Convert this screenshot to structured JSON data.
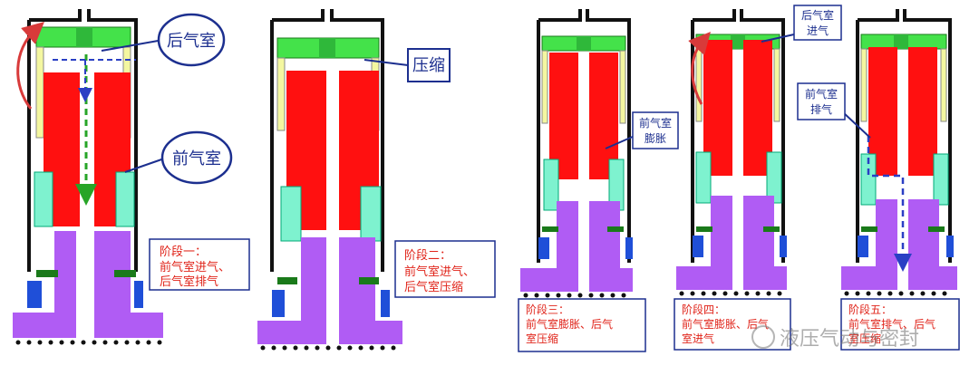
{
  "panels": [
    {
      "id": "stage-1",
      "callouts": [
        {
          "id": "rear-chamber",
          "lines": [
            "后气室"
          ]
        },
        {
          "id": "front-chamber",
          "lines": [
            "前气室"
          ]
        }
      ],
      "stage_box": {
        "title": "阶段一：",
        "lines": [
          "前气室进气、",
          "后气室排气"
        ]
      }
    },
    {
      "id": "stage-2",
      "callouts": [
        {
          "id": "compress",
          "lines": [
            "压缩"
          ]
        }
      ],
      "stage_box": {
        "title": "阶段二：",
        "lines": [
          "前气室进气、",
          "后气室压缩"
        ]
      }
    },
    {
      "id": "stage-3",
      "callouts": [
        {
          "id": "front-expand",
          "lines": [
            "前气室",
            "膨胀"
          ]
        }
      ],
      "stage_box": {
        "title": "阶段三：",
        "lines": [
          "前气室膨胀、后气",
          "室压缩"
        ]
      }
    },
    {
      "id": "stage-4",
      "callouts": [
        {
          "id": "rear-intake",
          "lines": [
            "后气室",
            "进气"
          ]
        }
      ],
      "stage_box": {
        "title": "阶段四：",
        "lines": [
          "前气室膨胀、后气",
          "室进气"
        ]
      }
    },
    {
      "id": "stage-5",
      "callouts": [
        {
          "id": "front-exhaust",
          "lines": [
            "前气室",
            "排气"
          ]
        }
      ],
      "stage_box": {
        "title": "阶段五：",
        "lines": [
          "前气室排气、后气",
          "室压缩"
        ]
      }
    }
  ],
  "watermark": "液压气动与密封",
  "colors": {
    "piston": "#ff1010",
    "cylinder_wall": "#111111",
    "rear_chamber_green": "#44e24a",
    "sleeve_yellow": "#f4f7a0",
    "seal_teal": "#7ef2cf",
    "base_purple": "#b05cf4",
    "seal_blue": "#1f4fd8",
    "seal_darkgreen": "#1a7a1a",
    "callout_border": "#1c2f8f",
    "stage_text": "#e0241a",
    "stage_title": "#222222",
    "arrow_green": "#27a527",
    "arrow_blue": "#2a3fc4",
    "arrow_red": "#d83a3a"
  }
}
